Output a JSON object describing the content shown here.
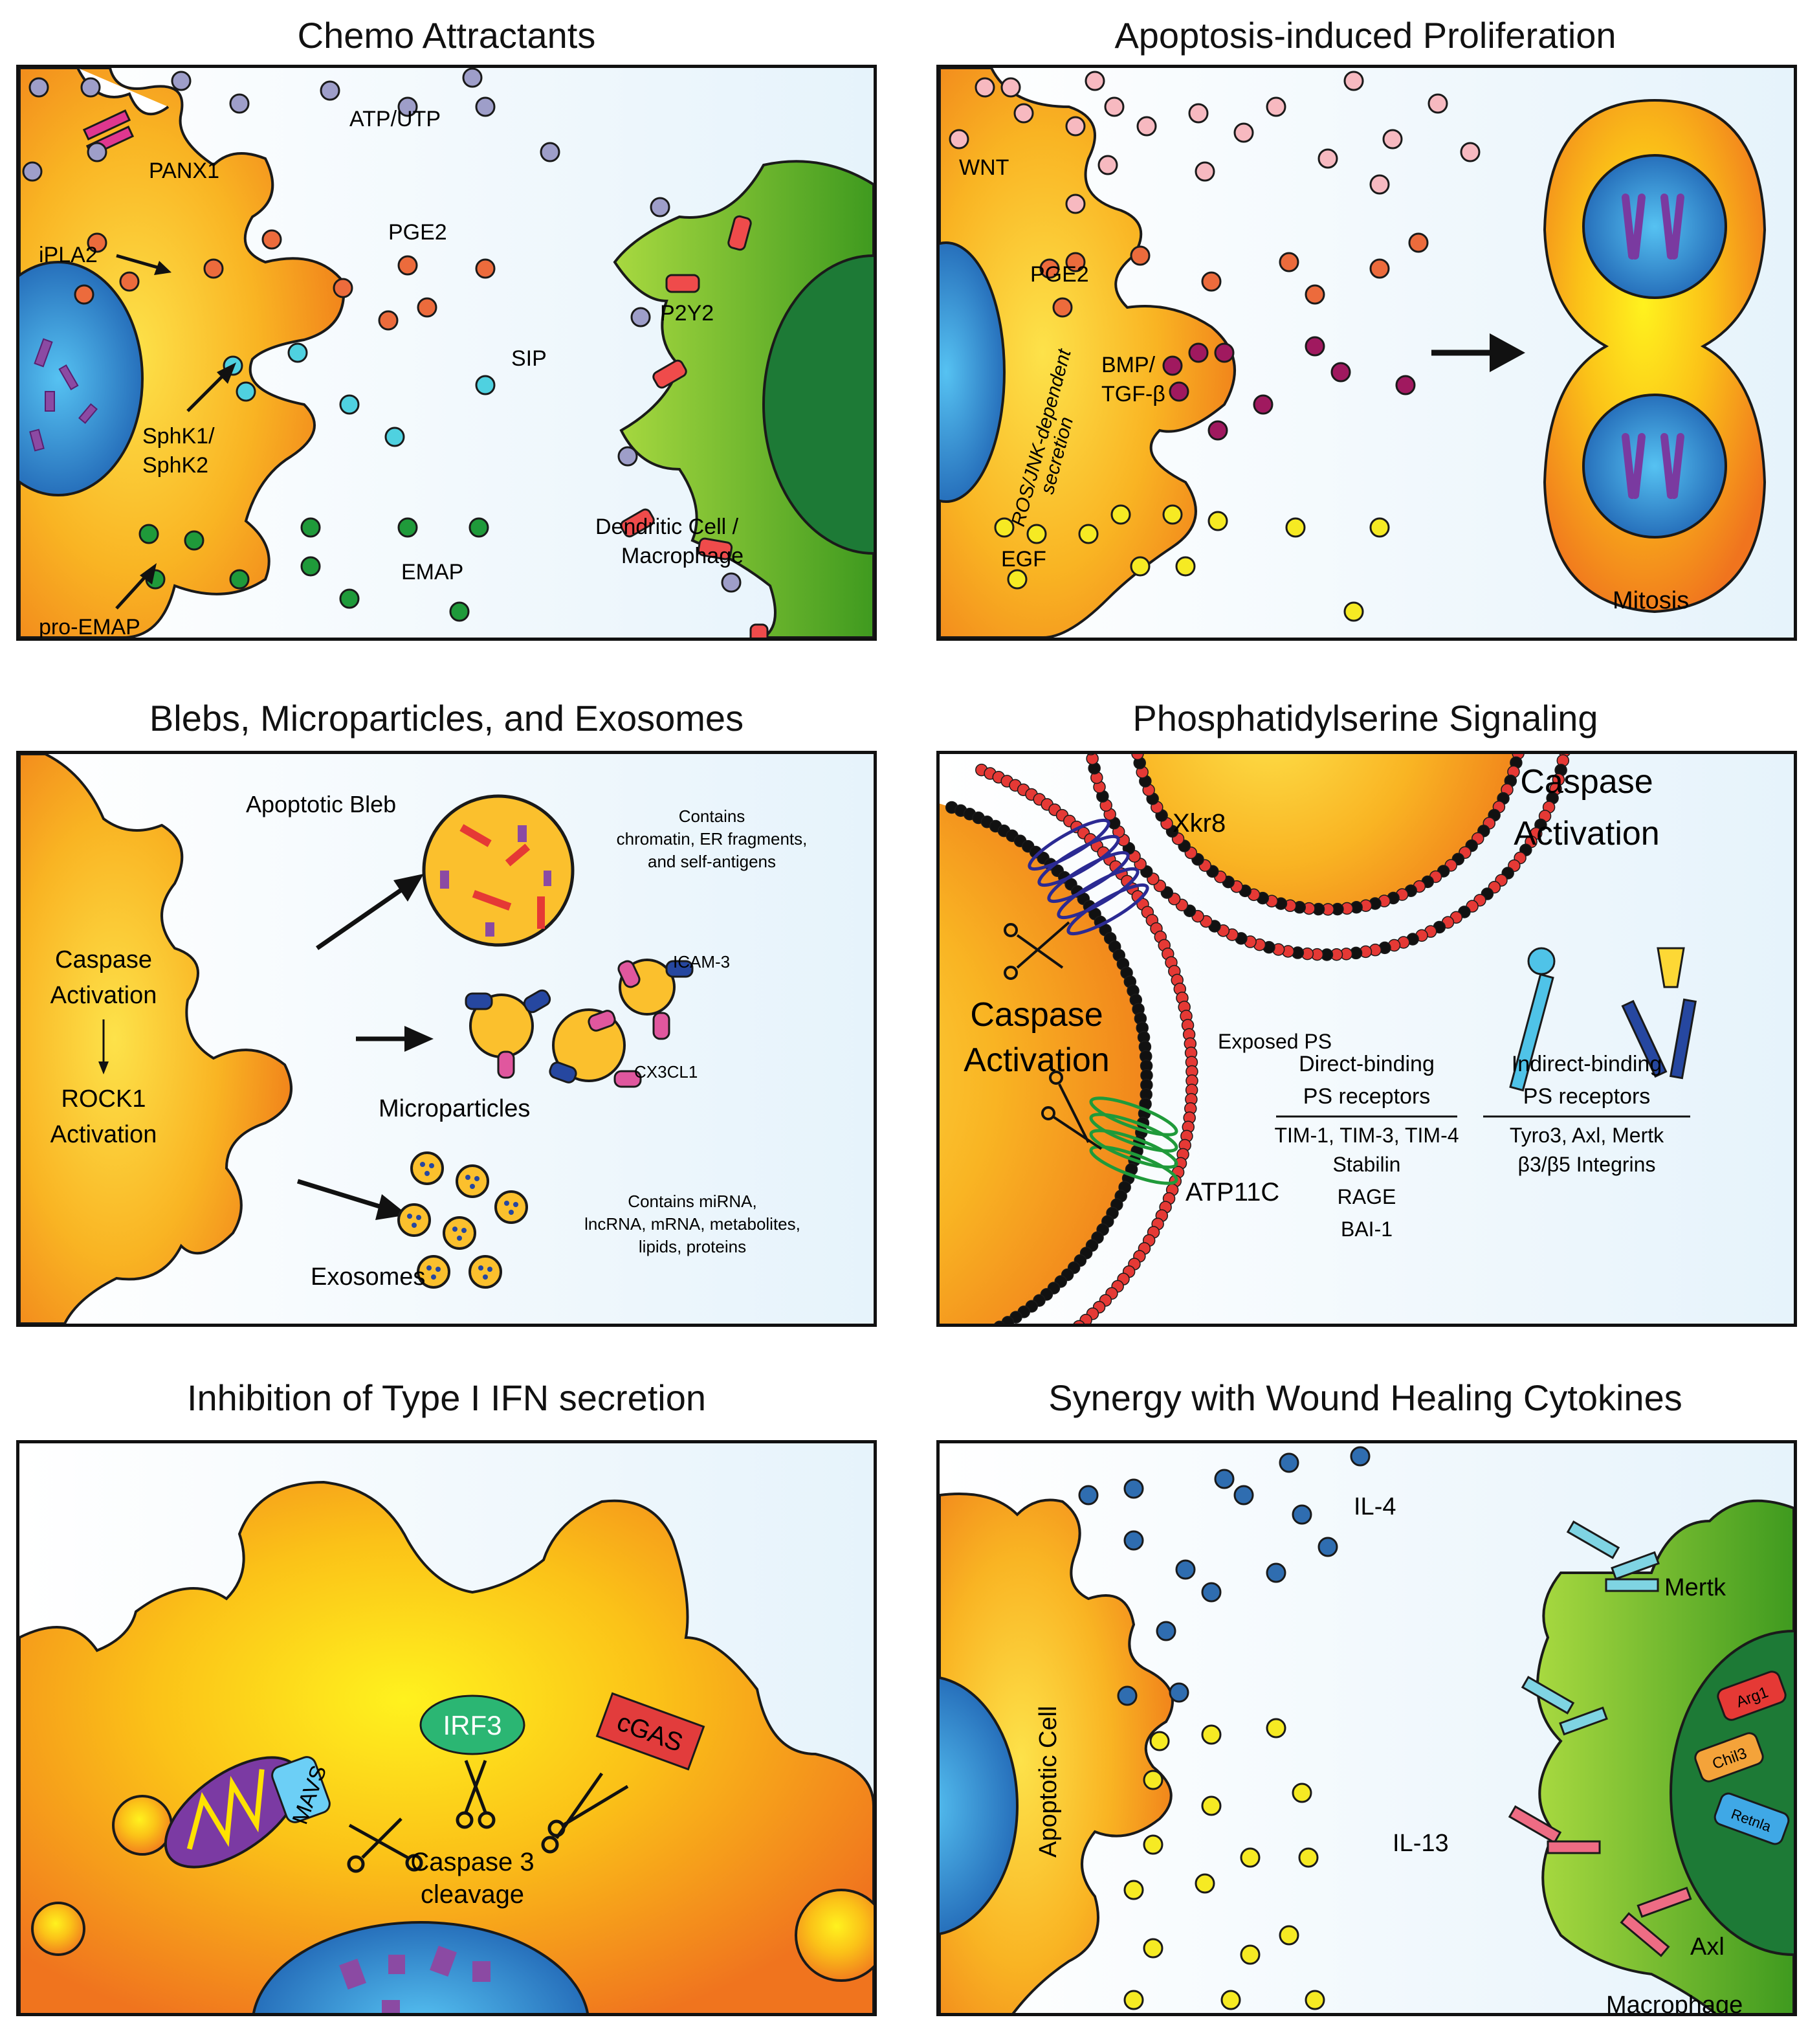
{
  "panels": {
    "chemo": {
      "title": "Chemo Attractants",
      "labels": {
        "panx1": "PANX1",
        "atp": "ATP/UTP",
        "ipla2": "iPLA2",
        "pge2": "PGE2",
        "sip": "SIP",
        "sphk": "SphK1/",
        "sphk2": "SphK2",
        "p2y2": "P2Y2",
        "emap": "EMAP",
        "proemap": "pro-EMAP",
        "dc1": "Dendritic Cell /",
        "dc2": "Macrophage"
      }
    },
    "prolif": {
      "title": "Apoptosis-induced Proliferation",
      "labels": {
        "wnt": "WNT",
        "pge2": "PGE2",
        "bmp1": "BMP/",
        "bmp2": "TGF-β",
        "ros1": "ROS/JNK-dependent",
        "ros2": "secretion",
        "egf": "EGF",
        "mitosis": "Mitosis"
      }
    },
    "blebs": {
      "title": "Blebs, Microparticles, and Exosomes",
      "labels": {
        "bleb": "Apoptotic Bleb",
        "contains1": "Contains",
        "contains2": "chromatin, ER fragments,",
        "contains3": "and self-antigens",
        "caspase1": "Caspase",
        "caspase2": "Activation",
        "rock1": "ROCK1",
        "rock2": "Activation",
        "icam": "ICAM-3",
        "cx3": "CX3CL1",
        "micro": "Microparticles",
        "exo": "Exosomes",
        "exo1": "Contains miRNA,",
        "exo2": "lncRNA, mRNA, metabolites,",
        "exo3": "lipids, proteins"
      }
    },
    "ps": {
      "title": "Phosphatidylserine Signaling",
      "labels": {
        "xkr8": "Xkr8",
        "cas1": "Caspase",
        "cas2": "Activation",
        "exposed": "Exposed PS",
        "atp11c": "ATP11C",
        "top1": "Caspase",
        "top2": "Activation",
        "direct1": "Direct-binding",
        "direct2": "PS receptors",
        "indirect1": "Indirect-binding",
        "indirect2": "PS receptors",
        "d1": "TIM-1, TIM-3, TIM-4",
        "d2": "Stabilin",
        "d3": "RAGE",
        "d4": "BAI-1",
        "i1": "Tyro3, Axl, Mertk",
        "i2": "β3/β5 Integrins"
      }
    },
    "ifn": {
      "title": "Inhibition of Type I IFN secretion",
      "labels": {
        "irf3": "IRF3",
        "cgas": "cGAS",
        "mavs": "MAVS",
        "cas3a": "Caspase 3",
        "cas3b": "cleavage"
      }
    },
    "wound": {
      "title": "Synergy with Wound Healing Cytokines",
      "labels": {
        "il4": "IL-4",
        "il13": "IL-13",
        "apop": "Apoptotic Cell",
        "mertk": "Mertk",
        "axl": "Axl",
        "macro": "Macrophage",
        "arg1": "Arg1",
        "chil3": "Chil3",
        "retnla": "Retnla"
      }
    }
  },
  "colors": {
    "cell_orange": "#f6a21e",
    "cell_yellow": "#fdd835",
    "nucleus_blue": "#2f86d4",
    "macrophage_green": "#6cbf2b",
    "purple_dot": "#9e9ec9",
    "pink_dot": "#f7b9c0",
    "red_dot": "#ec6b3c",
    "cyan_dot": "#4fd1e0",
    "green_dot": "#1f9a3a",
    "magenta_dot": "#a0195f",
    "yellow_dot": "#f6ea23",
    "blue_dot": "#2f6db0"
  }
}
